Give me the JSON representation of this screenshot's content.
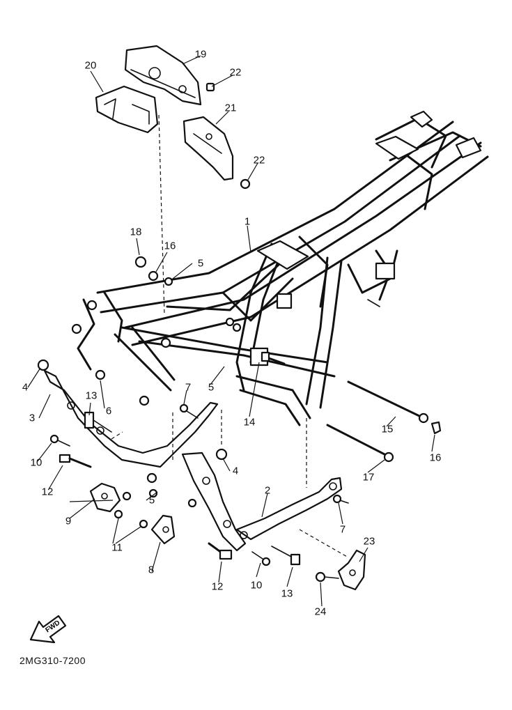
{
  "diagram": {
    "reference_code": "2MG310-7200",
    "fwd_label": "FWD",
    "callouts": [
      "1",
      "2",
      "3",
      "4",
      "4",
      "5",
      "5",
      "5",
      "6",
      "7",
      "7",
      "8",
      "9",
      "10",
      "10",
      "11",
      "12",
      "12",
      "13",
      "13",
      "14",
      "15",
      "16",
      "16",
      "17",
      "18",
      "19",
      "20",
      "21",
      "22",
      "22",
      "23",
      "24"
    ]
  }
}
